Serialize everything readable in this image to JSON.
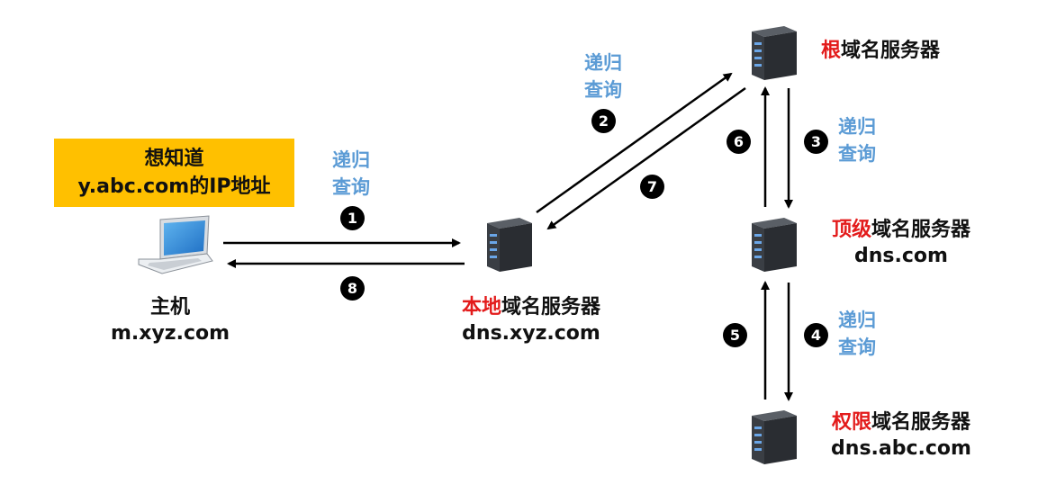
{
  "target_note": {
    "line1": "想知道",
    "line2": "y.abc.com的IP地址"
  },
  "host": {
    "name": "主机",
    "domain": "m.xyz.com"
  },
  "local_server": {
    "prefix": "本地",
    "suffix": "域名服务器",
    "domain": "dns.xyz.com"
  },
  "root_server": {
    "prefix": "根",
    "suffix": "域名服务器"
  },
  "tld_server": {
    "prefix": "顶级",
    "suffix": "域名服务器",
    "domain": "dns.com"
  },
  "auth_server": {
    "prefix": "权限",
    "suffix": "域名服务器",
    "domain": "dns.abc.com"
  },
  "query_labels": [
    {
      "line1": "递归",
      "line2": "查询"
    },
    {
      "line1": "递归",
      "line2": "查询"
    },
    {
      "line1": "递归",
      "line2": "查询"
    },
    {
      "line1": "递归",
      "line2": "查询"
    }
  ],
  "steps": [
    "❶",
    "❷",
    "❸",
    "❹",
    "❺",
    "❻",
    "❼",
    "❽"
  ],
  "colors": {
    "accent_red": "#e31b1b",
    "query_blue": "#5b9bd5",
    "note_bg": "#ffc000"
  }
}
